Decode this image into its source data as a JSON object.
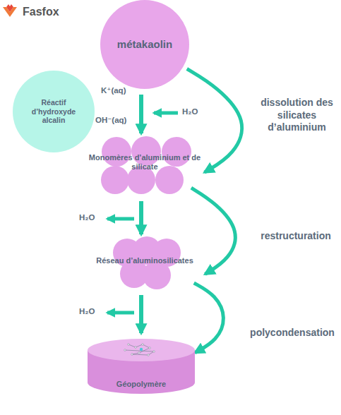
{
  "diagram": {
    "nodes": [
      {
        "text": [
          "métakaolin"
        ]
      },
      {
        "text": [
          "Réactif d’hydroxyde alcalin"
        ]
      },
      {
        "text": [
          "Monomères d’aluminium et de silicate"
        ]
      },
      {
        "text": [
          "Réseau d’aluminosilicates"
        ]
      },
      {
        "text": [
          "Géopolymère"
        ]
      }
    ],
    "edges": [
      {
        "from": 0,
        "to": 2,
        "arrow": "to"
      },
      {
        "from": 2,
        "to": 3,
        "arrow": "to"
      },
      {
        "from": 3,
        "to": 4,
        "arrow": "to"
      },
      {
        "from": 0,
        "to": 2,
        "arrow": "to",
        "label": "dissolution des silicates d’aluminium"
      },
      {
        "from": 2,
        "to": 3,
        "arrow": "to",
        "label": "restructuration"
      },
      {
        "from": 3,
        "to": 4,
        "arrow": "to",
        "label": "polycondensation"
      }
    ],
    "labels": [
      "Fasfox",
      "K⁺(aq)",
      "OH⁻(aq)",
      "H₂O",
      "H₂O",
      "H₂O"
    ]
  }
}
